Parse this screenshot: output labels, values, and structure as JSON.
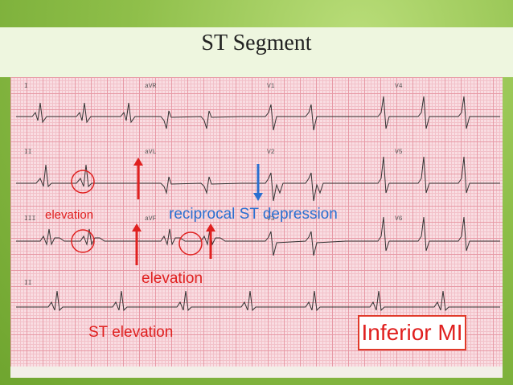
{
  "title": "ST Segment",
  "labels": {
    "elevation_left": "elevation",
    "reciprocal": "reciprocal ST depression",
    "elevation_bottom": "elevation",
    "st_elevation": "ST elevation",
    "inferior_mi": "Inferior MI"
  },
  "leads": {
    "row1": [
      "I",
      "aVR",
      "V1",
      "V4"
    ],
    "row2": [
      "II",
      "aVL",
      "V2",
      "V5"
    ],
    "row3": [
      "III",
      "aVF",
      "V3",
      "V6"
    ],
    "row4": [
      "II"
    ]
  },
  "colors": {
    "arrow_red": "#e0201f",
    "arrow_blue": "#2a6fd0",
    "grid": "#e79aa6",
    "background_green": "#8fbf4a"
  }
}
